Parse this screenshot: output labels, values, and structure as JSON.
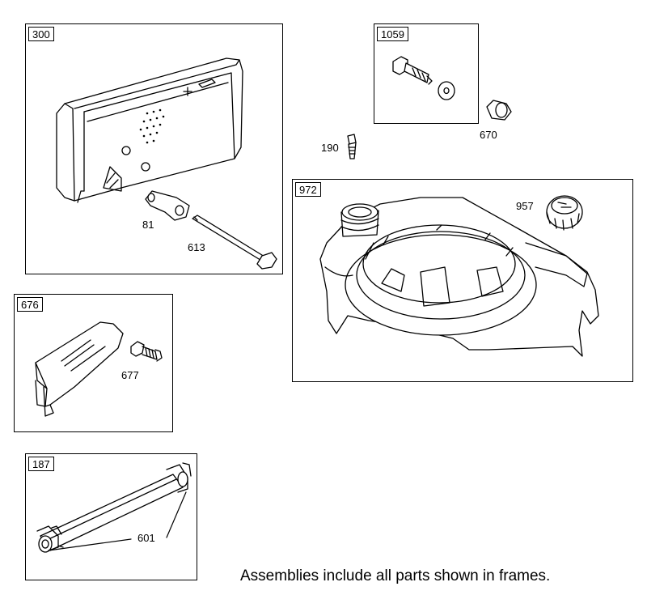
{
  "frames": {
    "f300": "300",
    "f1059": "1059",
    "f972": "972",
    "f676": "676",
    "f187": "187"
  },
  "parts": {
    "p81": "81",
    "p613": "613",
    "p190": "190",
    "p670": "670",
    "p957": "957",
    "p677": "677",
    "p601": "601"
  },
  "footer_note": "Assemblies include all parts shown in frames."
}
